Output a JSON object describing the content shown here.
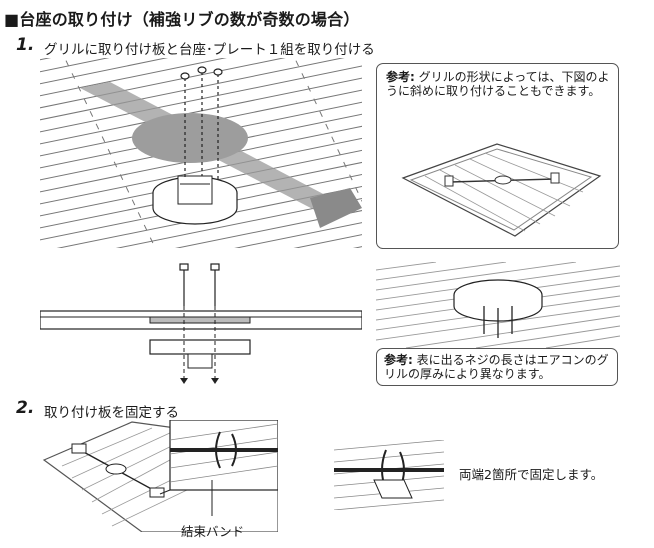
{
  "title": "■台座の取り付け（補強リブの数が奇数の場合）",
  "step1": {
    "number": "1.",
    "text": "グリルに取り付け板と台座･プレート１組を取り付ける"
  },
  "note1": {
    "label": "参考:",
    "text": "グリルの形状によっては、下図のように斜めに取り付けることもできます。"
  },
  "note2": {
    "label": "参考:",
    "text": "表に出るネジの長さはエアコンのグリルの厚みにより異なります。"
  },
  "step2": {
    "number": "2.",
    "text": "取り付け板を固定する"
  },
  "band_label": "結束バンド",
  "fix_caption": "両端2箇所で固定します。",
  "colors": {
    "box_border": "#555555",
    "line": "#6a6a6a",
    "shade": "#8a8a8a"
  }
}
